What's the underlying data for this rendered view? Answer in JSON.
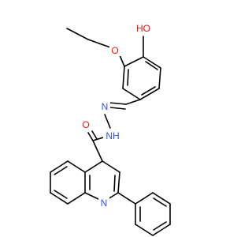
{
  "diagram": {
    "atoms": [
      {
        "id": "c_et_term",
        "label": ""
      },
      {
        "id": "c_et_ch2",
        "label": ""
      },
      {
        "id": "o_ether",
        "label": "O",
        "color": "#ff0d0d"
      },
      {
        "id": "o_hydroxyl",
        "label": "HO",
        "color": "#ff0d0d"
      },
      {
        "id": "o_carbonyl",
        "label": "O",
        "color": "#ff0d0d"
      },
      {
        "id": "n_imine",
        "label": "N",
        "color": "#3050f8"
      },
      {
        "id": "n_amide",
        "label": "NH",
        "color": "#3050f8"
      },
      {
        "id": "n_quinoline",
        "label": "N",
        "color": "#3050f8"
      }
    ],
    "bond_color": "#000000"
  }
}
